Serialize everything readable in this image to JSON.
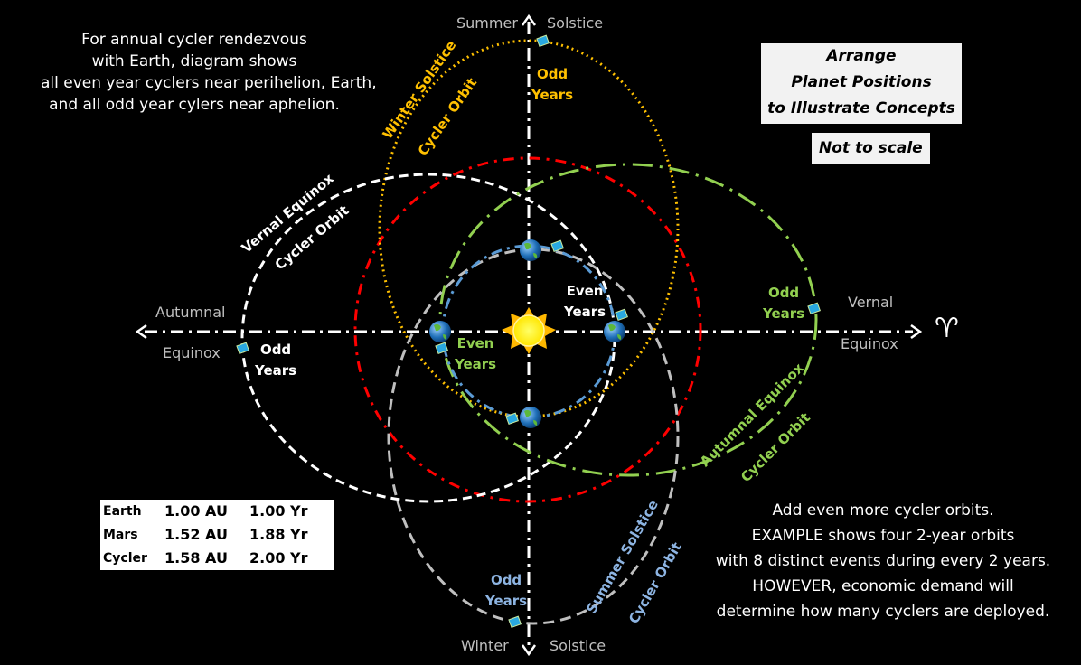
{
  "intro_note": [
    "For annual cycler rendezvous",
    "with Earth, diagram shows",
    "all even year cyclers near perihelion, Earth,",
    "and all odd year cylers near aphelion."
  ],
  "concept_box": {
    "lines": [
      "Arrange",
      "Planet Positions",
      "to Illustrate Concepts"
    ],
    "scale_note": "Not to scale"
  },
  "axes": {
    "summer": "Summer",
    "summer_solstice": "Solstice",
    "winter": "Winter",
    "winter_solstice": "Solstice",
    "autumnal": "Autumnal",
    "autumnal_equinox": "Equinox",
    "vernal": "Vernal",
    "vernal_equinox": "Equinox",
    "aries_symbol": "♈"
  },
  "orbit_labels": {
    "winter": [
      "Winter Solstice",
      "Cycler Orbit"
    ],
    "vernal": [
      "Vernal Equinox",
      "Cycler Orbit"
    ],
    "autumnal": [
      "Autumnal Equinox",
      "Cycler Orbit"
    ],
    "summer": [
      "Summer Solstice",
      "Cycler Orbit"
    ]
  },
  "year_labels": {
    "odd_top": [
      "Odd",
      "Years"
    ],
    "odd_left": [
      "Odd",
      "Years"
    ],
    "odd_right": [
      "Odd",
      "Years"
    ],
    "odd_bottom": [
      "Odd",
      "Years"
    ],
    "even_right": [
      "Even",
      "Years"
    ],
    "even_left": [
      "Even",
      "Years"
    ]
  },
  "table": [
    [
      "Earth",
      "1.00 AU",
      "1.00 Yr"
    ],
    [
      "Mars",
      "1.52 AU",
      "1.88 Yr"
    ],
    [
      "Cycler",
      "1.58 AU",
      "2.00 Yr"
    ]
  ],
  "bottom_note": [
    "Add even more cycler orbits.",
    "EXAMPLE shows four 2-year orbits",
    "with 8 distinct events during every 2 years.",
    "HOWEVER, economic demand will",
    "determine how many cyclers are deployed."
  ],
  "colors": {
    "mars_orbit": "#ff0000",
    "earth_orbit": "#5b9bd5",
    "winter_cycler": "#ffc000",
    "vernal_cycler": "#ffffff",
    "autumnal_cycler": "#92d050",
    "summer_cycler": "#bfbfbf"
  }
}
